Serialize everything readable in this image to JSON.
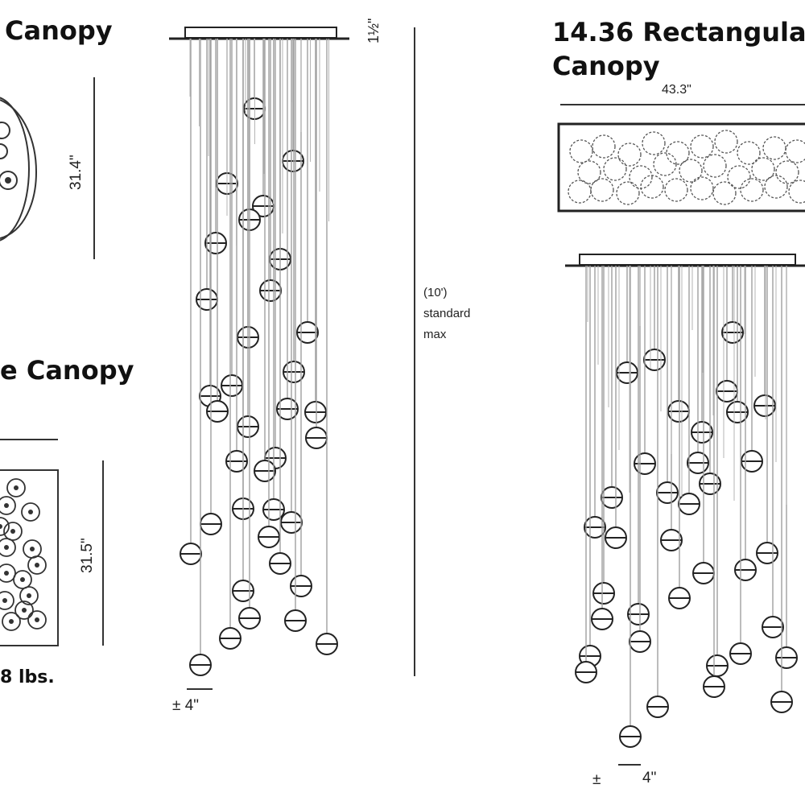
{
  "titles": {
    "round_canopy": "Canopy",
    "square_canopy": "e Canopy",
    "rect_canopy_line1": "14.36 Rectangula",
    "rect_canopy_line2": "Canopy"
  },
  "dimensions": {
    "round_diameter": "31.4\"",
    "square_side": "31.5\"",
    "rect_width": "43.3\"",
    "canopy_height": "1½\"",
    "drop_length_line1": "(10')",
    "drop_length_line2": "standard",
    "drop_length_line3": "max",
    "tolerance_left": "± 4\"",
    "tolerance_right_sign": "±",
    "tolerance_right_value": "4\"",
    "weight": "8 lbs."
  },
  "colors": {
    "ink": "#222222",
    "line": "#555555",
    "wire": "#9a9a9a"
  }
}
